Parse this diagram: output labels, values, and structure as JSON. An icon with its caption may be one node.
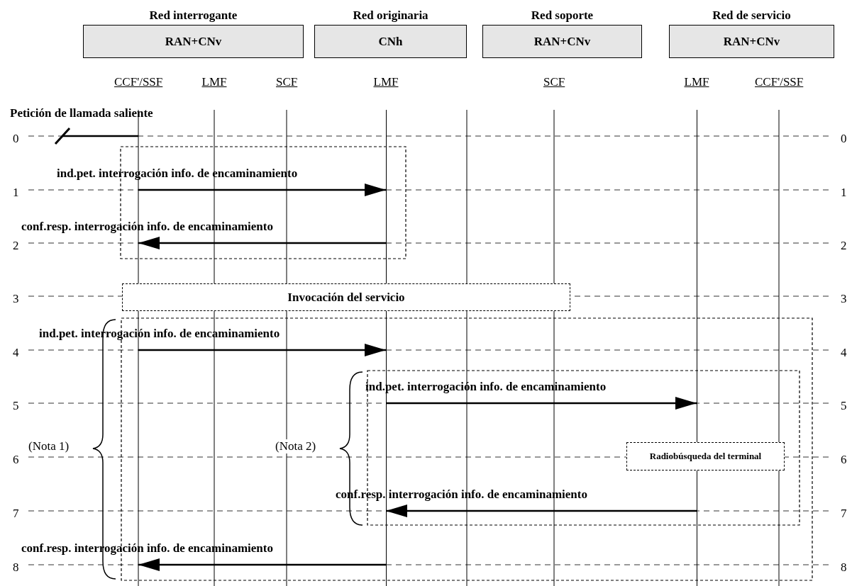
{
  "diagram": {
    "nodes": [
      {
        "text": [
          "Red interrogante",
          "RAN+CNv"
        ]
      },
      {
        "text": [
          "Red originaria",
          "CNh"
        ]
      },
      {
        "text": [
          "Red soporte",
          "RAN+CNv"
        ]
      },
      {
        "text": [
          "Red de servicio",
          "RAN+CNv"
        ]
      },
      {
        "text": [
          "CCF'/SSF"
        ]
      },
      {
        "text": [
          "LMF"
        ]
      },
      {
        "text": [
          "SCF"
        ]
      },
      {
        "text": [
          "LMF"
        ]
      },
      {
        "text": [
          "SCF"
        ]
      },
      {
        "text": [
          "LMF"
        ]
      },
      {
        "text": [
          "CCF'/SSF"
        ]
      },
      {
        "text": [
          "Invocación del servicio"
        ]
      },
      {
        "text": [
          "Radiobúsqueda del terminal"
        ]
      }
    ],
    "edges": [
      {
        "from": null,
        "to": 4,
        "arrow": "other",
        "label": "Petición de llamada saliente"
      },
      {
        "from": 4,
        "to": 7,
        "arrow": "to",
        "label": "ind.pet. interrogación info. de encaminamiento"
      },
      {
        "from": 7,
        "to": 4,
        "arrow": "to",
        "label": "conf.resp. interrogación info. de encaminamiento"
      },
      {
        "from": 4,
        "to": 7,
        "arrow": "to",
        "label": "ind.pet. interrogación info. de encaminamiento"
      },
      {
        "from": 7,
        "to": 9,
        "arrow": "to",
        "label": "ind.pet. interrogación info. de encaminamiento"
      },
      {
        "from": 9,
        "to": 7,
        "arrow": "to",
        "label": "conf.resp. interrogación info. de encaminamiento"
      },
      {
        "from": 7,
        "to": 4,
        "arrow": "to",
        "label": "conf.resp. interrogación info. de encaminamiento"
      }
    ],
    "labels": [
      "0",
      "0",
      "1",
      "1",
      "2",
      "2",
      "3",
      "3",
      "4",
      "4",
      "5",
      "5",
      "6",
      "(Nota 1)",
      "(Nota 2)",
      "6",
      "7",
      "7",
      "8",
      "8"
    ]
  }
}
